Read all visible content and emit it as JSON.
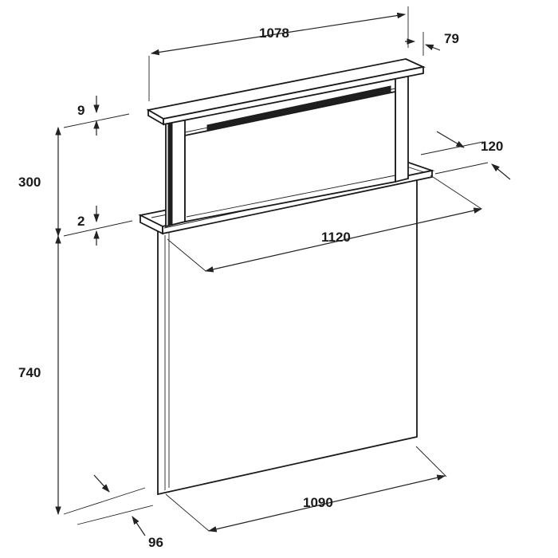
{
  "dimensions": {
    "top_width": "1078",
    "top_depth": "79",
    "lid_thickness": "9",
    "lift_height": "300",
    "frame_thickness": "2",
    "frame_depth": "120",
    "frame_width": "1120",
    "body_height": "740",
    "body_width": "1090",
    "body_depth": "96"
  }
}
